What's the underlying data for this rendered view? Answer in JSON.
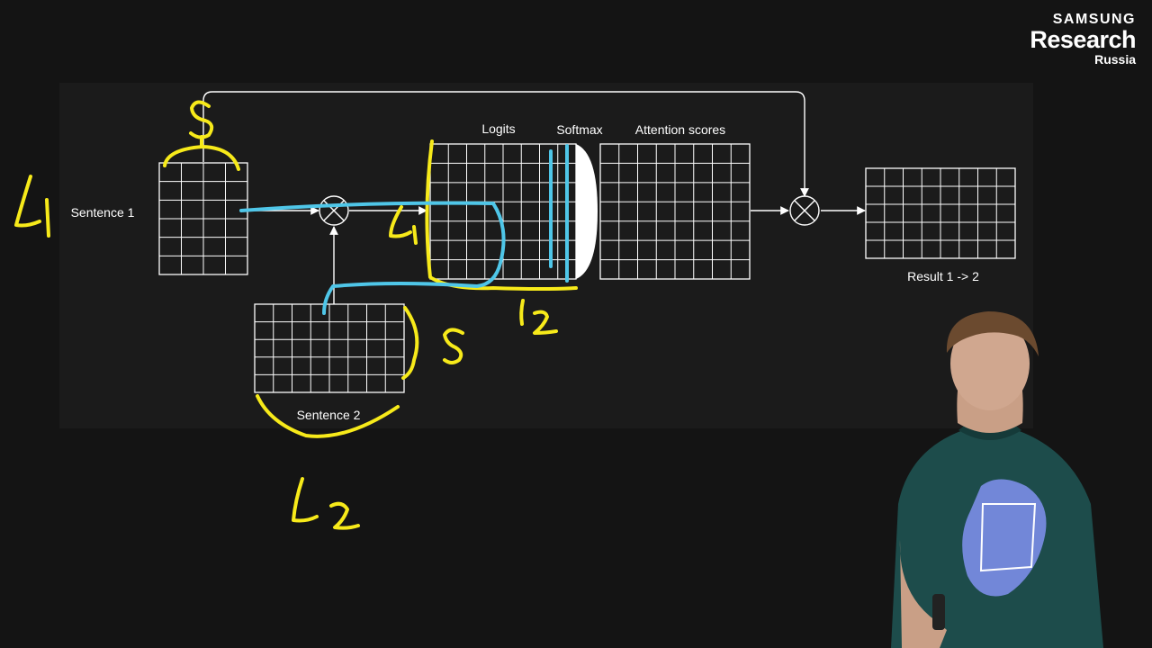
{
  "logo": {
    "line1": "SAMSUNG",
    "line2": "Research",
    "line3": "Russia"
  },
  "diagram": {
    "labels": {
      "sentence1": "Sentence 1",
      "sentence2": "Sentence 2",
      "logits": "Logits",
      "softmax": "Softmax",
      "attention": "Attention scores",
      "result": "Result 1 -> 2"
    }
  },
  "colors": {
    "background": "#141414",
    "panel": "#1b1b1b",
    "lines": "#ffffff",
    "annotation_yellow": "#f7ea1a",
    "annotation_cyan": "#4fc6e8"
  }
}
